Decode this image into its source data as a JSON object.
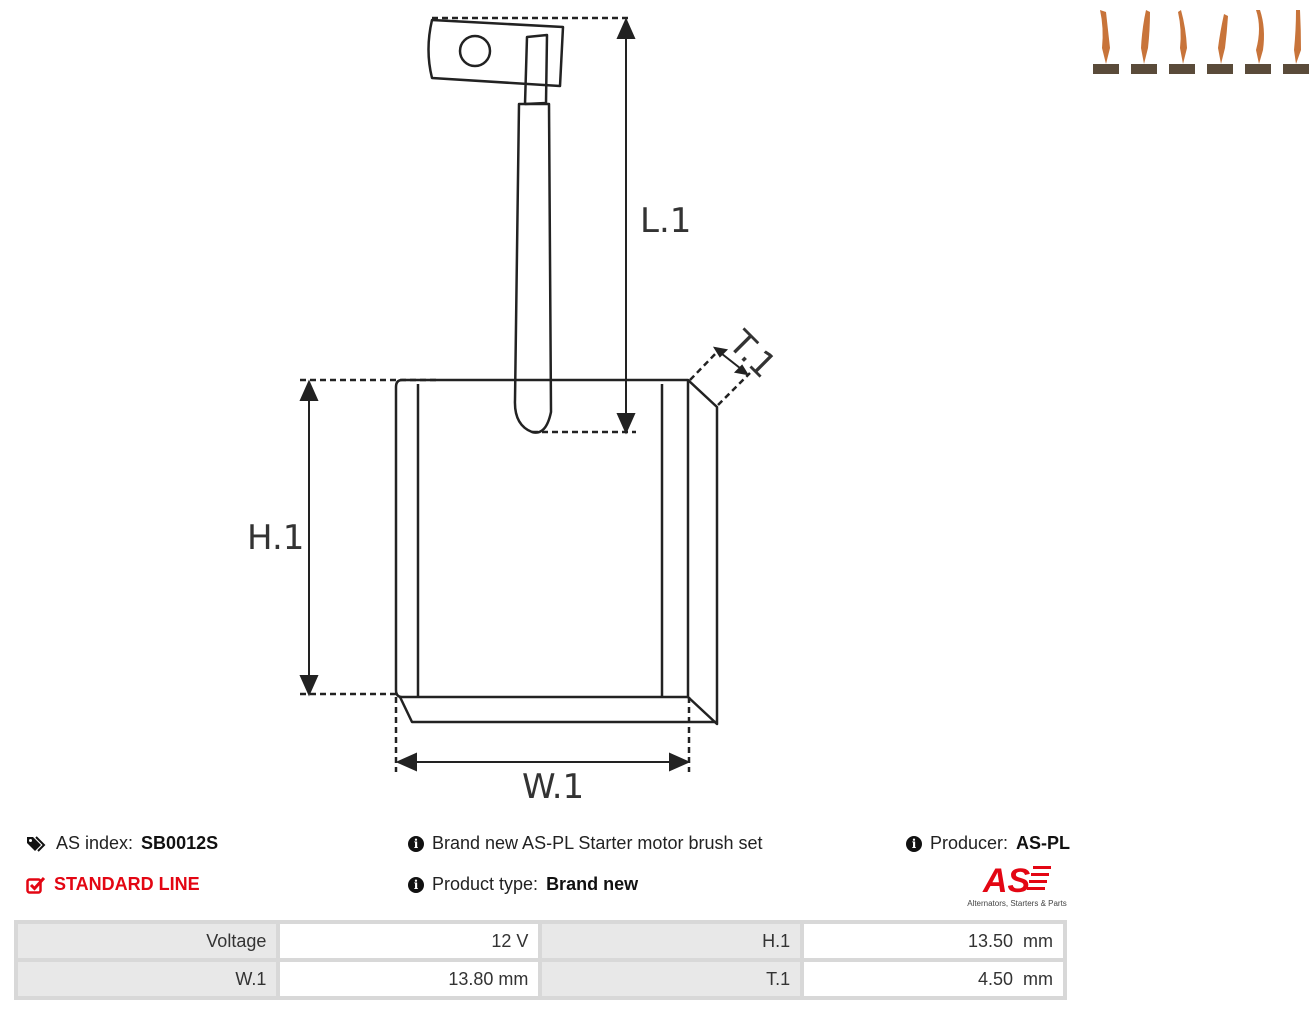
{
  "diagram": {
    "labels": {
      "length": "L.1",
      "height": "H.1",
      "width": "W.1",
      "thickness": "T.1"
    }
  },
  "thumbnails": {
    "count": 6,
    "colors": {
      "copper": "#c8743a",
      "block": "#5a4b3a"
    }
  },
  "info": {
    "as_index_label": "AS index:",
    "as_index_value": "SB0012S",
    "line_label": "STANDARD LINE",
    "description": "Brand new AS-PL Starter motor brush set",
    "product_type_label": "Product type:",
    "product_type_value": "Brand new",
    "producer_label": "Producer:",
    "producer_value": "AS-PL"
  },
  "logo": {
    "text": "AS",
    "subtitle": "Alternators, Starters & Parts",
    "color": "#e30613"
  },
  "specs": {
    "rows": [
      {
        "label1": "Voltage",
        "value1": "12 V",
        "label2": "H.1",
        "value2": "13.50  mm"
      },
      {
        "label1": "W.1",
        "value1": "13.80 mm",
        "label2": "T.1",
        "value2": "4.50  mm"
      }
    ]
  },
  "colors": {
    "accent": "#e30613",
    "table_border": "#d8d8d8",
    "label_bg": "#e8e8e8"
  }
}
